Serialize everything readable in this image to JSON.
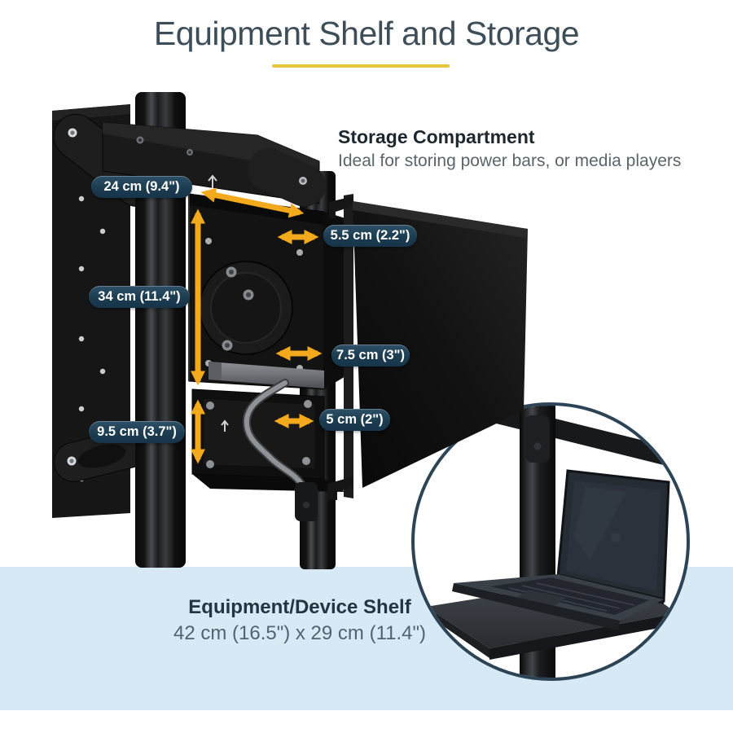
{
  "header": {
    "title": "Equipment Shelf and Storage",
    "title_color": "#3e4e59",
    "underline_color": "#e9c53b"
  },
  "storage_callout": {
    "heading": "Storage Compartment",
    "description": "Ideal for storing power bars, or media players"
  },
  "dimensions": {
    "badges": [
      "24 cm (9.4\")",
      "5.5 cm (2.2\")",
      "34 cm (11.4\")",
      "7.5 cm (3\")",
      "5 cm (2\")",
      "9.5 cm (3.7\")"
    ],
    "badge_color": "#1c3c50",
    "arrow_color": "#f2a91c"
  },
  "shelf_callout": {
    "heading": "Equipment/Device Shelf",
    "dimensions": "42 cm (16.5\") x 29 cm (11.4\")",
    "band_color": "#d7e9f4"
  },
  "inset": {
    "border_color": "#2c4456"
  }
}
